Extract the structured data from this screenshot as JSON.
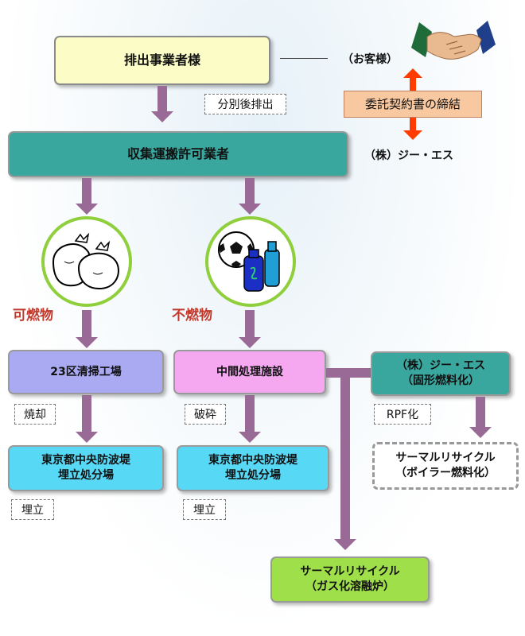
{
  "top": {
    "discharger": "排出事業者様",
    "customer_label": "（お客様）",
    "separate_note": "分別後排出",
    "contract": "委託契約書の締結",
    "company_label": "（株）ジー・エス"
  },
  "collector": "収集運搬許可業者",
  "burnable": {
    "label": "可燃物",
    "facility": "23区清掃工場",
    "process": "焼却",
    "landfill": "東京都中央防波堤\n埋立処分場",
    "landfill_note": "埋立"
  },
  "nonburnable": {
    "label": "不燃物",
    "facility": "中間処理施設",
    "process": "破砕",
    "landfill": "東京都中央防波堤\n埋立処分場",
    "landfill_note": "埋立"
  },
  "gs": {
    "box": "（株）ジー・エス\n（固形燃料化）",
    "process": "RPF化",
    "recycle": "サーマルリサイクル\n（ボイラー燃料化）"
  },
  "gas_recycle": "サーマルリサイクル\n（ガス化溶融炉）",
  "colors": {
    "arrow": "#996a96",
    "teal": "#3aa79f",
    "lavender": "#aaaaf2",
    "pink": "#f5a8f0",
    "cyan": "#57d8f5",
    "lime": "#9fdf4a",
    "ring": "#8fcf3c",
    "red_label": "#c0392b",
    "contract_bg": "#f8c8a0",
    "red_arrow": "#ff3b00"
  },
  "icons": [
    "handshake-icon",
    "garbage-bags-icon",
    "soccer-ball-bottles-icon"
  ]
}
